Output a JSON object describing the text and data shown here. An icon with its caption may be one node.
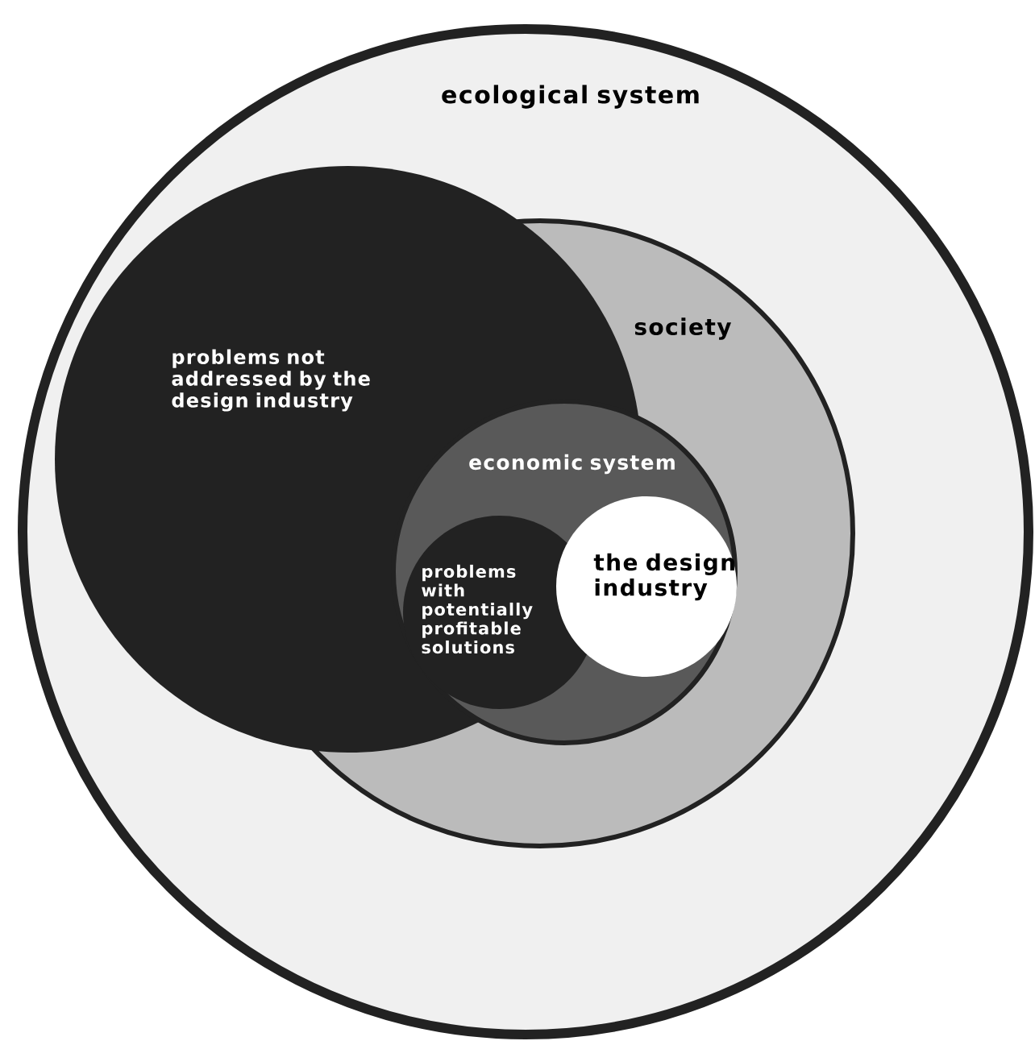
{
  "diagram": {
    "nodes": [
      {
        "text": [
          "ecological system"
        ]
      },
      {
        "text": [
          "problems not addressed by the design industry"
        ],
        "in": 0
      },
      {
        "text": [
          "society"
        ],
        "in": 0
      },
      {
        "text": [
          "economic system"
        ],
        "in": 2
      },
      {
        "text": [
          "problems with potentially profitable solutions"
        ]
      },
      {
        "text": [
          "the design industry"
        ],
        "in": 3
      }
    ]
  }
}
